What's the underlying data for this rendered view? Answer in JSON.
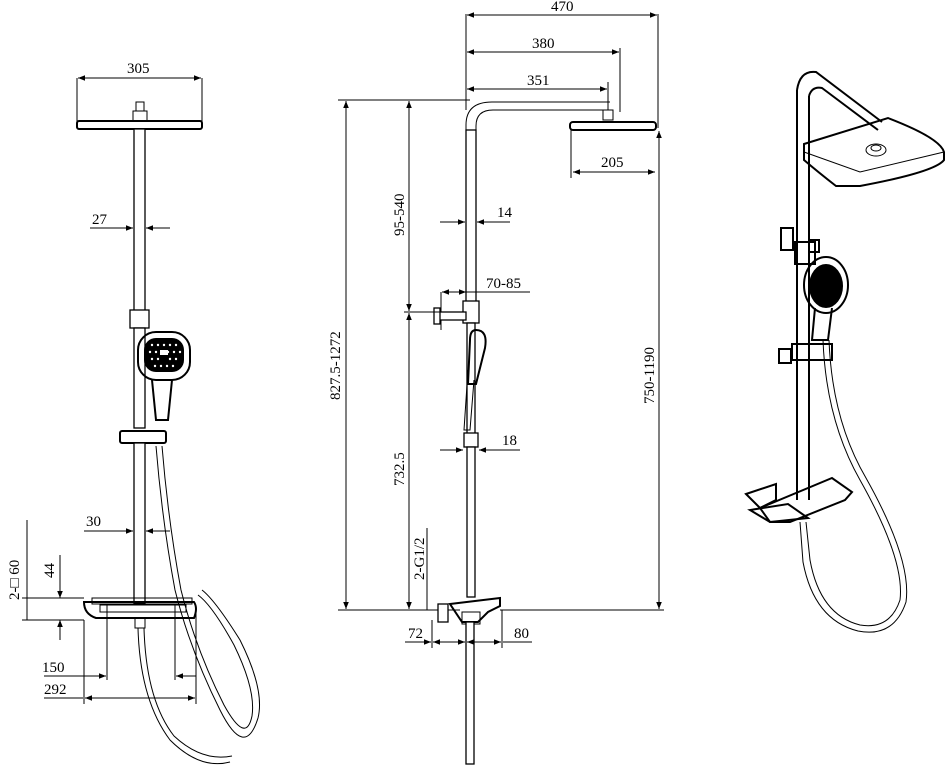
{
  "front_view": {
    "head_width": "305",
    "bar_diameter": "27",
    "bar_diameter_lower": "30",
    "inlet_size": "2-□ 60",
    "inlet_height": "44",
    "mixer_depth": "150",
    "mixer_width": "292"
  },
  "side_view": {
    "overall_reach": "470",
    "arm_reach": "380",
    "arm_offset": "351",
    "head_depth": "205",
    "adjust_range": "95-540",
    "bar_diameter": "14",
    "holder_range": "70-85",
    "total_height": "827.5-1272",
    "head_height": "750-1190",
    "holder_height": "732.5",
    "slider_diameter": "18",
    "thread_size": "2-G1/2",
    "wall_offset": "72",
    "spout_length": "80"
  },
  "icons": [
    "shower-head-icon",
    "hand-shower-icon",
    "mixer-valve-icon"
  ]
}
